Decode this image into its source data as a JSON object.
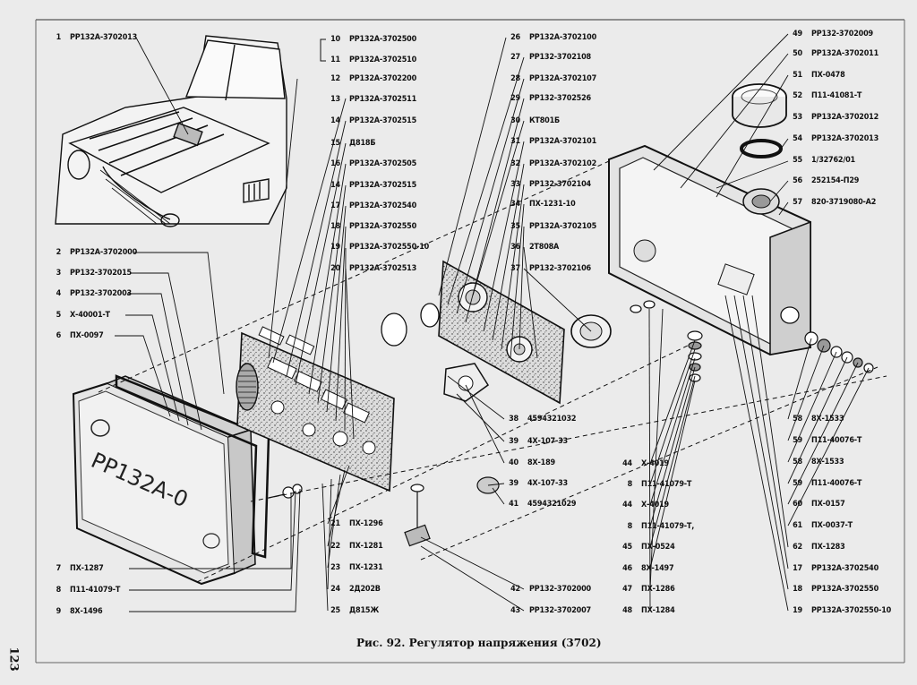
{
  "caption": "Рис. 92. Регулятор напряжения (3702)",
  "page_number": "123",
  "housing_marking": "РР132А-0",
  "labels": [
    {
      "id": "l1",
      "num": "1",
      "code": "РР132А-3702013"
    },
    {
      "id": "l2",
      "num": "2",
      "code": "РР132А-3702000"
    },
    {
      "id": "l3",
      "num": "3",
      "code": "РР132-3702015"
    },
    {
      "id": "l4",
      "num": "4",
      "code": "РР132-3702003"
    },
    {
      "id": "l5",
      "num": "5",
      "code": "Х-40001-Т"
    },
    {
      "id": "l6",
      "num": "6",
      "code": "ПХ-0097"
    },
    {
      "id": "l7",
      "num": "7",
      "code": "ПХ-1287"
    },
    {
      "id": "l8",
      "num": "8",
      "code": "П11-41079-Т"
    },
    {
      "id": "l9",
      "num": "9",
      "code": "8Х-1496"
    },
    {
      "id": "l10",
      "num": "10",
      "code": "РР132А-3702500"
    },
    {
      "id": "l11",
      "num": "11",
      "code": "РР132А-3702510"
    },
    {
      "id": "l12",
      "num": "12",
      "code": "РР132А-3702200"
    },
    {
      "id": "l13",
      "num": "13",
      "code": "РР132А-3702511"
    },
    {
      "id": "l14",
      "num": "14",
      "code": "РР132А-3702515"
    },
    {
      "id": "l15",
      "num": "15",
      "code": "Д818Б"
    },
    {
      "id": "l16",
      "num": "16",
      "code": "РР132А-3702505"
    },
    {
      "id": "l14b",
      "num": "14",
      "code": "РР132А-3702515"
    },
    {
      "id": "l17",
      "num": "17",
      "code": "РР132А-3702540"
    },
    {
      "id": "l18",
      "num": "18",
      "code": "РР132А-3702550"
    },
    {
      "id": "l19",
      "num": "19",
      "code": "РР132А-3702550-10"
    },
    {
      "id": "l20",
      "num": "20",
      "code": "РР132А-3702513"
    },
    {
      "id": "l21",
      "num": "21",
      "code": "ПХ-1296"
    },
    {
      "id": "l22",
      "num": "22",
      "code": "ПХ-1281"
    },
    {
      "id": "l23",
      "num": "23",
      "code": "ПХ-1231"
    },
    {
      "id": "l24",
      "num": "24",
      "code": "2Д202В"
    },
    {
      "id": "l25",
      "num": "25",
      "code": "Д815Ж"
    },
    {
      "id": "l26",
      "num": "26",
      "code": "РР132А-3702100"
    },
    {
      "id": "l27",
      "num": "27",
      "code": "РР132-3702108"
    },
    {
      "id": "l28",
      "num": "28",
      "code": "РР132А-3702107"
    },
    {
      "id": "l29",
      "num": "29",
      "code": "РР132-3702526"
    },
    {
      "id": "l30",
      "num": "30",
      "code": "КТ801Б"
    },
    {
      "id": "l31",
      "num": "31",
      "code": "РР132А-3702101"
    },
    {
      "id": "l32",
      "num": "32",
      "code": "РР132А-3702102"
    },
    {
      "id": "l33",
      "num": "33",
      "code": "РР132-3702104"
    },
    {
      "id": "l34",
      "num": "34",
      "code": "ПХ-1231-10"
    },
    {
      "id": "l35",
      "num": "35",
      "code": "РР132А-3702105"
    },
    {
      "id": "l36",
      "num": "36",
      "code": "2Т808А"
    },
    {
      "id": "l37",
      "num": "37",
      "code": "РР132-3702106"
    },
    {
      "id": "l38",
      "num": "38",
      "code": "4594321032"
    },
    {
      "id": "l39",
      "num": "39",
      "code": "4Х-107-33"
    },
    {
      "id": "l40",
      "num": "40",
      "code": "8Х-189"
    },
    {
      "id": "l39b",
      "num": "39",
      "code": "4Х-107-33"
    },
    {
      "id": "l41",
      "num": "41",
      "code": "4594321029"
    },
    {
      "id": "l42",
      "num": "42",
      "code": "РР132-3702000"
    },
    {
      "id": "l43",
      "num": "43",
      "code": "РР132-3702007"
    },
    {
      "id": "l44",
      "num": "44",
      "code": "Х-4019"
    },
    {
      "id": "l8b",
      "num": "8",
      "code": "П11-41079-Т"
    },
    {
      "id": "l44b",
      "num": "44",
      "code": "Х-4019"
    },
    {
      "id": "l8c",
      "num": "8",
      "code": "П11-41079-Т,"
    },
    {
      "id": "l45",
      "num": "45",
      "code": "ПХ-0524"
    },
    {
      "id": "l46",
      "num": "46",
      "code": "8Х-1497"
    },
    {
      "id": "l47",
      "num": "47",
      "code": "ПХ-1286"
    },
    {
      "id": "l48",
      "num": "48",
      "code": "ПХ-1284"
    },
    {
      "id": "l49",
      "num": "49",
      "code": "РР132-3702009"
    },
    {
      "id": "l50",
      "num": "50",
      "code": "РР132А-3702011"
    },
    {
      "id": "l51",
      "num": "51",
      "code": "ПХ-0478"
    },
    {
      "id": "l52",
      "num": "52",
      "code": "П11-41081-Т"
    },
    {
      "id": "l53",
      "num": "53",
      "code": "РР132А-3702012"
    },
    {
      "id": "l54",
      "num": "54",
      "code": "РР132А-3702013"
    },
    {
      "id": "l55",
      "num": "55",
      "code": "1/32762/01"
    },
    {
      "id": "l56",
      "num": "56",
      "code": "252154-П29"
    },
    {
      "id": "l57",
      "num": "57",
      "code": "820-3719080-А2"
    },
    {
      "id": "l58",
      "num": "58",
      "code": "8Х-1533"
    },
    {
      "id": "l59",
      "num": "59",
      "code": "П11-40076-Т"
    },
    {
      "id": "l58b",
      "num": "58",
      "code": "8Х-1533"
    },
    {
      "id": "l59b",
      "num": "59",
      "code": "П11-40076-Т"
    },
    {
      "id": "l60",
      "num": "60",
      "code": "ПХ-0157"
    },
    {
      "id": "l61",
      "num": "61",
      "code": "ПХ-0037-Т"
    },
    {
      "id": "l62",
      "num": "62",
      "code": "ПХ-1283"
    },
    {
      "id": "l17b",
      "num": "17",
      "code": "РР132А-3702540"
    },
    {
      "id": "l18b",
      "num": "18",
      "code": "РР132А-3702550"
    },
    {
      "id": "l19b",
      "num": "19",
      "code": "РР132А-3702550-10"
    }
  ]
}
